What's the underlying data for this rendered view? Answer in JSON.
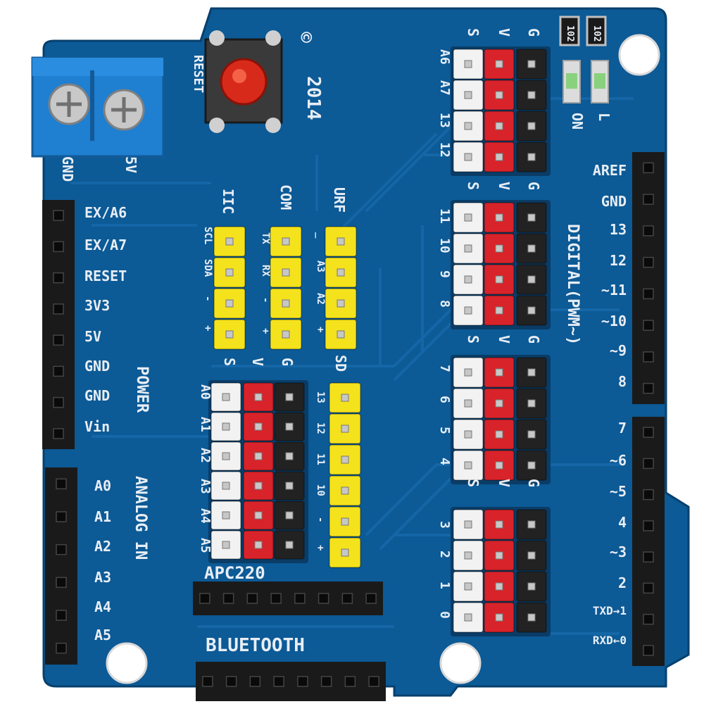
{
  "board": {
    "copyright_symbol": "©",
    "year": "2014",
    "reset_button_label": "RESET",
    "terminal_labels": [
      "GND",
      "5V"
    ],
    "indicator_labels": [
      "ON",
      "L"
    ],
    "resistor_marks": [
      "102",
      "102"
    ]
  },
  "left_header": {
    "labels": [
      "EX/A6",
      "EX/A7",
      "RESET",
      "3V3",
      "5V",
      "GND",
      "GND",
      "Vin"
    ],
    "group_label": "POWER"
  },
  "analog_header": {
    "labels": [
      "A0",
      "A1",
      "A2",
      "A3",
      "A4",
      "A5"
    ],
    "group_label": "ANALOG IN"
  },
  "right_header": {
    "labels": [
      "AREF",
      "GND",
      "13",
      "12",
      "~11",
      "~10",
      "~9",
      "8",
      "7",
      "~6",
      "~5",
      "4",
      "~3",
      "2",
      "TXD→1",
      "RXD←0"
    ],
    "group_label": "DIGITAL(PWM~)"
  },
  "gvs_header": {
    "s": "S",
    "v": "V",
    "g": "G"
  },
  "pin_blocks": [
    {
      "labels": [
        "A6",
        "A7",
        "13",
        "12"
      ]
    },
    {
      "labels": [
        "11",
        "10",
        "9",
        "8"
      ]
    },
    {
      "labels": [
        "7",
        "6",
        "5",
        "4"
      ]
    },
    {
      "labels": [
        "3",
        "2",
        "1",
        "0"
      ]
    }
  ],
  "analog_block": {
    "labels": [
      "A0",
      "A1",
      "A2",
      "A3",
      "A4",
      "A5"
    ]
  },
  "module_headers": {
    "iic": {
      "title": "IIC",
      "pins": [
        "SCL",
        "SDA",
        "-",
        "+"
      ]
    },
    "com": {
      "title": "COM",
      "pins": [
        "TX",
        "RX",
        "-",
        "+"
      ]
    },
    "urf": {
      "title": "URF",
      "pins": [
        "_",
        "A3",
        "A2",
        "+"
      ]
    },
    "sd": {
      "title": "SD",
      "pins": [
        "13",
        "12",
        "11",
        "10",
        "-",
        "+"
      ]
    }
  },
  "bottom": {
    "apc_label": "APC220",
    "bt_label": "BLUETOOTH"
  },
  "colors": {
    "pcb": "#0c5a96",
    "pcb_dark": "#0a4a80",
    "trace": "#1668a8",
    "silk": "#e8eef5",
    "header": "#1a1a1a",
    "white_pin": "#f2f2f2",
    "red_pin": "#d8232a",
    "black_pin": "#222222",
    "yellow_pin": "#f4e21c",
    "terminal": "#1f7fd0"
  }
}
